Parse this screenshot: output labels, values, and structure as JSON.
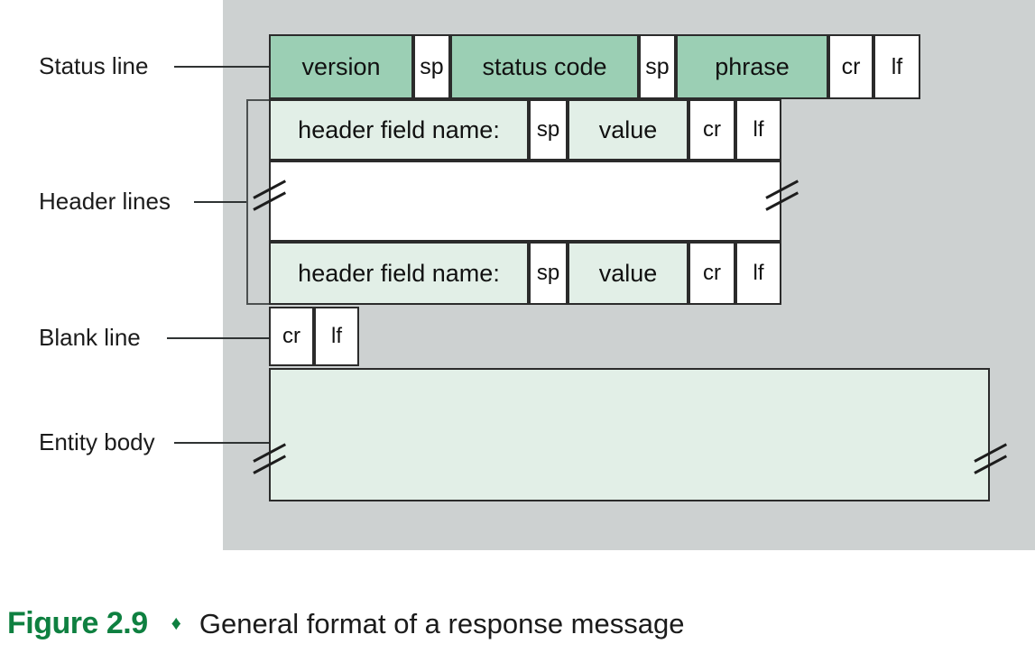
{
  "figure": {
    "number": "Figure 2.9",
    "diamond": "♦",
    "title": "General format of a response message"
  },
  "colors": {
    "backdrop": "#cdd1d1",
    "green": "#9bcfb4",
    "pale_green": "#e2efe7",
    "white": "#ffffff",
    "stroke": "#2b2b2b",
    "accent": "#0e8040"
  },
  "labels": {
    "status_line": "Status line",
    "header_lines": "Header lines",
    "blank_line": "Blank line",
    "entity_body": "Entity body"
  },
  "status_line": {
    "cells": [
      {
        "text": "version",
        "fill": "green"
      },
      {
        "text": "sp",
        "fill": "white"
      },
      {
        "text": "status code",
        "fill": "green"
      },
      {
        "text": "sp",
        "fill": "white"
      },
      {
        "text": "phrase",
        "fill": "green"
      },
      {
        "text": "cr",
        "fill": "white"
      },
      {
        "text": "lf",
        "fill": "white"
      }
    ]
  },
  "header_line_1": {
    "cells": [
      {
        "text": "header field name:",
        "fill": "pale"
      },
      {
        "text": "sp",
        "fill": "white"
      },
      {
        "text": "value",
        "fill": "pale"
      },
      {
        "text": "cr",
        "fill": "white"
      },
      {
        "text": "lf",
        "fill": "white"
      }
    ]
  },
  "header_line_2": {
    "cells": [
      {
        "text": "header field name:",
        "fill": "pale"
      },
      {
        "text": "sp",
        "fill": "white"
      },
      {
        "text": "value",
        "fill": "pale"
      },
      {
        "text": "cr",
        "fill": "white"
      },
      {
        "text": "lf",
        "fill": "white"
      }
    ]
  },
  "header_gap": {
    "text": "",
    "fill": "white",
    "continuation": true
  },
  "blank_line": {
    "cells": [
      {
        "text": "cr",
        "fill": "white"
      },
      {
        "text": "lf",
        "fill": "white"
      }
    ]
  },
  "entity_body": {
    "text": "",
    "fill": "pale",
    "continuation": true
  }
}
